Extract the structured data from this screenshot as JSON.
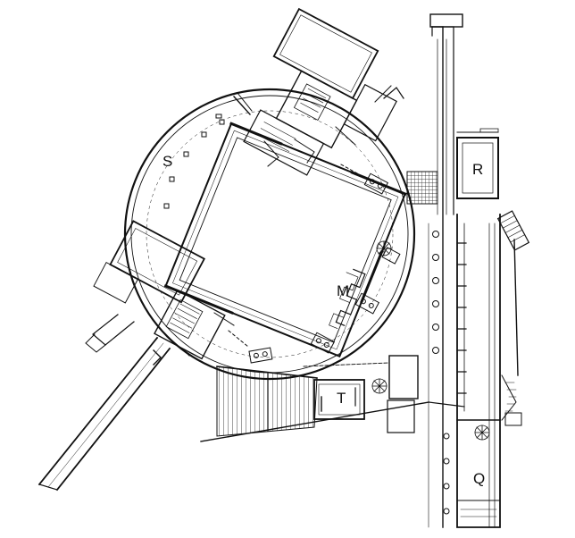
{
  "labels": {
    "S": "S",
    "M": "M",
    "R": "R",
    "T": "T",
    "Q": "Q"
  },
  "colors": {
    "ink": "#111111",
    "paper": "#ffffff"
  }
}
